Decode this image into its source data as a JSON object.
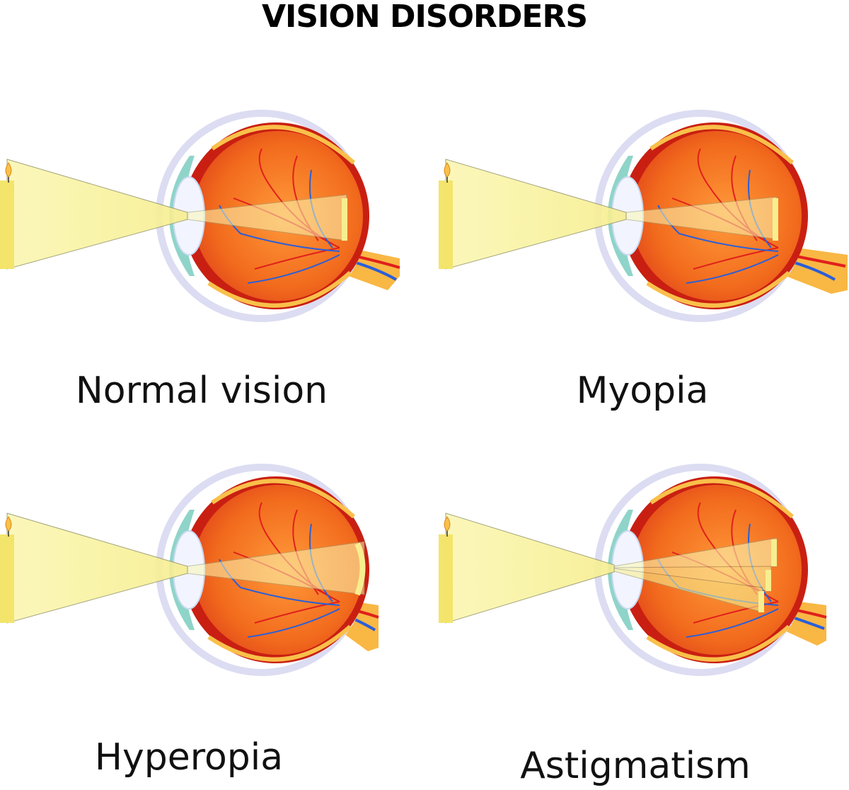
{
  "title": "VISION DISORDERS",
  "panels": [
    {
      "label": "Normal vision"
    },
    {
      "label": "Myopia"
    },
    {
      "label": "Hyperopia"
    },
    {
      "label": "Astigmatism"
    }
  ],
  "colors": {
    "eyeball": "#f06a1e",
    "sclera_rim": "#c91f12",
    "outer_ring": "#dcdcf2",
    "cornea": "#8fd4c9",
    "lens": "#f2f5ff",
    "light_cone": "#fbf7b3",
    "candle": "#f3e46b",
    "vein_red": "#e0201c",
    "vein_blue": "#2b5fd8"
  }
}
